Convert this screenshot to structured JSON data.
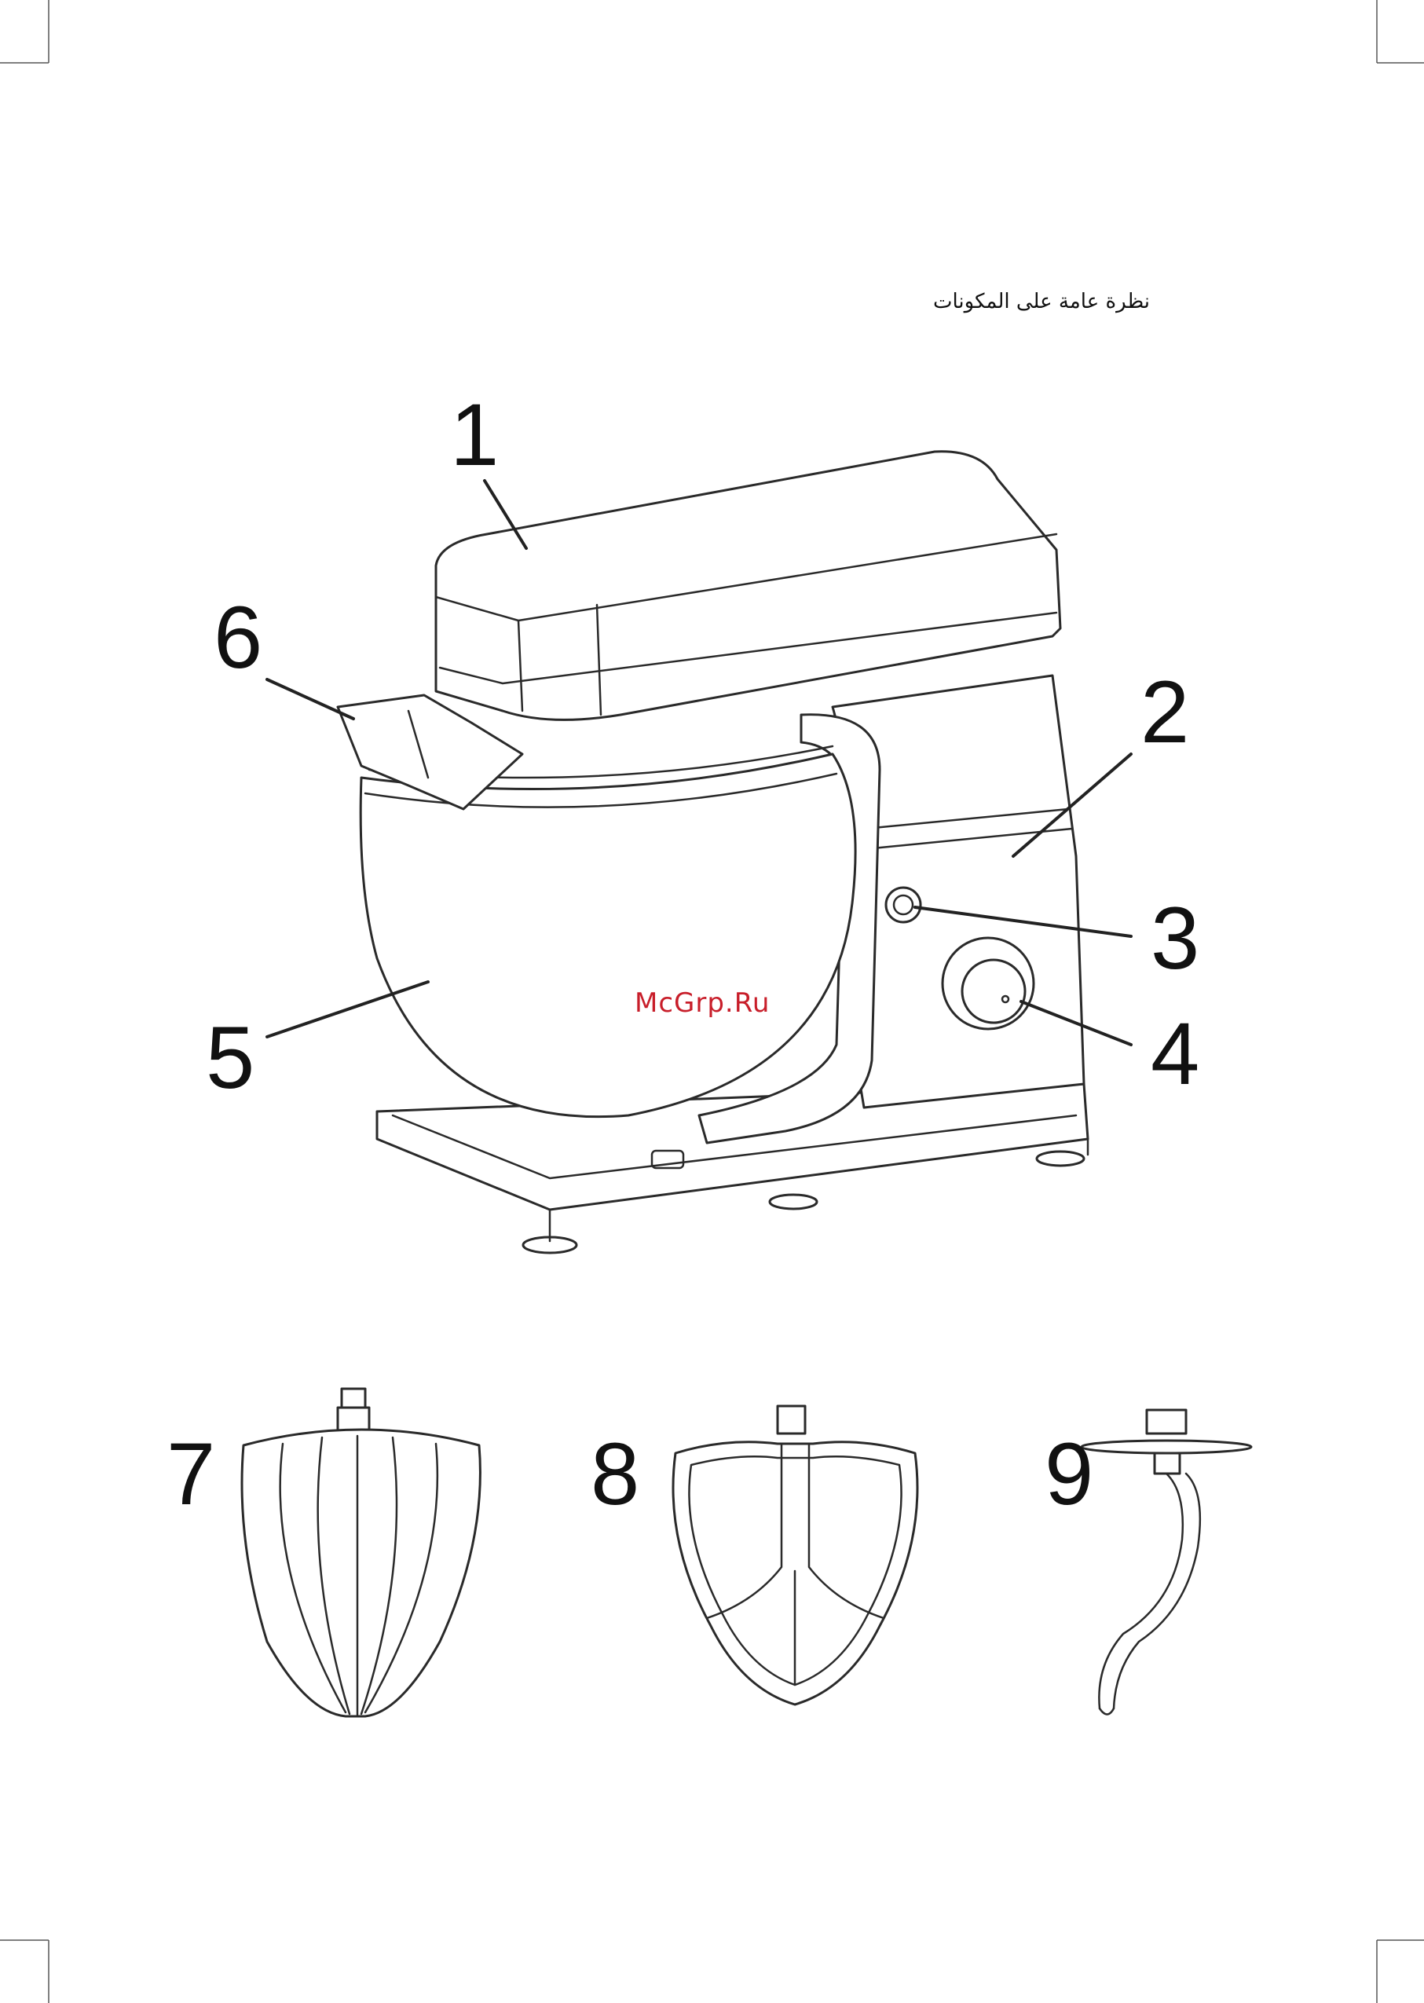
{
  "title": "نظرة عامة على المكونات",
  "watermark": "McGrp.Ru",
  "callouts": {
    "c1": "1",
    "c2": "2",
    "c3": "3",
    "c4": "4",
    "c5": "5",
    "c6": "6",
    "c7": "7",
    "c8": "8",
    "c9": "9"
  }
}
